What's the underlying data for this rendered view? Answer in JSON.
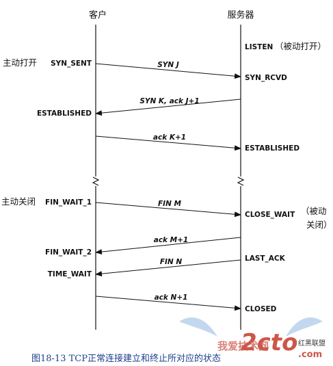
{
  "headers": {
    "client": "客户",
    "server": "服务器"
  },
  "server_states": {
    "listen": "LISTEN",
    "passive_open": "（被动打开）",
    "syn_rcvd": "SYN_RCVD",
    "established": "ESTABLISHED",
    "close_wait": "CLOSE_WAIT",
    "passive_close_1": "（被动",
    "passive_close_2": "关闭）",
    "last_ack": "LAST_ACK",
    "closed": "CLOSED"
  },
  "client_states": {
    "active_open": "主动打开",
    "syn_sent": "SYN_SENT",
    "established": "ESTABLISHED",
    "active_close": "主动关闭",
    "fin_wait_1": "FIN_WAIT_1",
    "fin_wait_2": "FIN_WAIT_2",
    "time_wait": "TIME_WAIT"
  },
  "messages": {
    "syn_j": "SYN J",
    "syn_k_ack": "SYN K, ack J+1",
    "ack_k1": "ack K+1",
    "fin_m": "FIN M",
    "ack_m1": "ack M+1",
    "fin_n": "FIN N",
    "ack_n1": "ack N+1"
  },
  "caption": "图18-13  TCP正常连接建立和终止所对应的状态",
  "watermark": {
    "site": "2cto",
    "domain": ".com",
    "cn_text": "我爱技术网",
    "brand": "红黑联盟"
  }
}
